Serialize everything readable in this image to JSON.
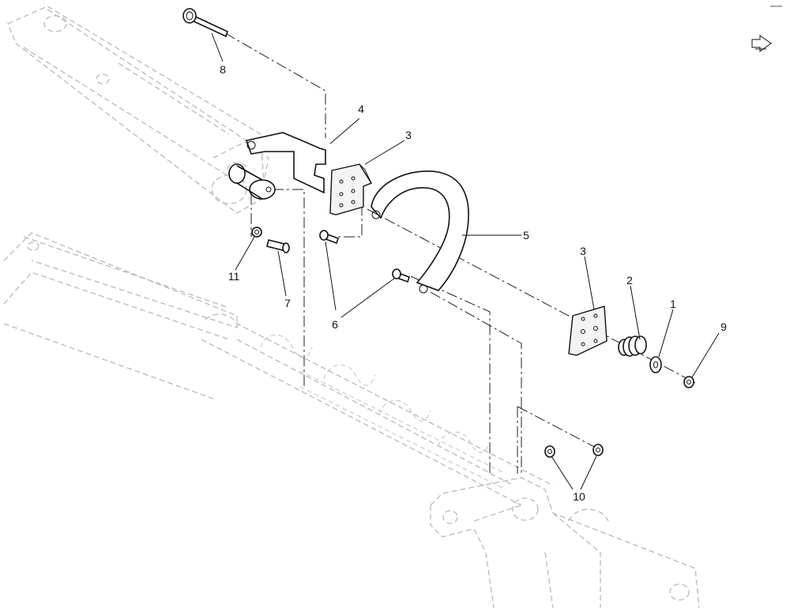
{
  "callouts": [
    {
      "id": "c1",
      "text": "1"
    },
    {
      "id": "c2",
      "text": "2"
    },
    {
      "id": "c3a",
      "text": "3"
    },
    {
      "id": "c3b",
      "text": "3"
    },
    {
      "id": "c4",
      "text": "4"
    },
    {
      "id": "c5",
      "text": "5"
    },
    {
      "id": "c6",
      "text": "6"
    },
    {
      "id": "c7",
      "text": "7"
    },
    {
      "id": "c8",
      "text": "8"
    },
    {
      "id": "c9",
      "text": "9"
    },
    {
      "id": "c10",
      "text": "10"
    },
    {
      "id": "c11",
      "text": "11"
    }
  ],
  "icons": {
    "next_page": "next-page-arrow-icon"
  }
}
